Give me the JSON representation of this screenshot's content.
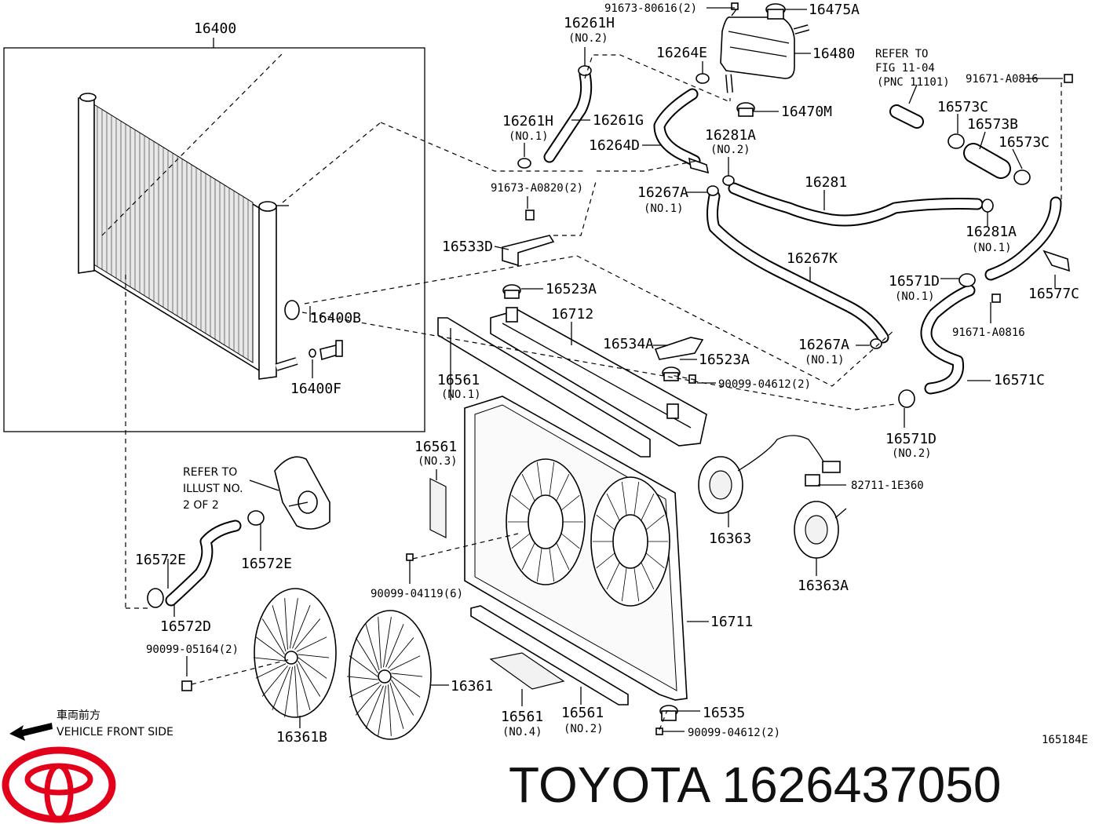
{
  "diagram": {
    "labels": {
      "p16400": "16400",
      "p16400B": "16400B",
      "p16400F": "16400F",
      "p16475A": "16475A",
      "p16480": "16480",
      "p16470M": "16470M",
      "p91673_80616": "91673-80616(2)",
      "p16261H_top": "16261H",
      "p16261H_top_no": "(NO.2)",
      "p16264E": "16264E",
      "p16261H_mid": "16261H",
      "p16261H_mid_no": "(NO.1)",
      "p16261G": "16261G",
      "p16264D": "16264D",
      "p16281A_top": "16281A",
      "p16281A_top_no": "(NO.2)",
      "p91673_A0820": "91673-A0820(2)",
      "p16267A_top": "16267A",
      "p16267A_top_no": "(NO.1)",
      "p16281": "16281",
      "p16281A_right": "16281A",
      "p16281A_right_no": "(NO.1)",
      "p16533D": "16533D",
      "p16267K": "16267K",
      "p16523A_top": "16523A",
      "p16712": "16712",
      "p16534A": "16534A",
      "p16523A_mid": "16523A",
      "p16267A_low": "16267A",
      "p16267A_low_no": "(NO.1)",
      "p90099_04612_top": "90099-04612(2)",
      "p16561_no1": "16561",
      "p16561_no1_no": "(NO.1)",
      "p16561_no3": "16561",
      "p16561_no3_no": "(NO.3)",
      "p16363": "16363",
      "p16363A": "16363A",
      "p82711": "82711-1E360",
      "p90099_04119": "90099-04119(6)",
      "p16711": "16711",
      "p16572E_left": "16572E",
      "p16572E_right": "16572E",
      "p16572D": "16572D",
      "p90099_05164": "90099-05164(2)",
      "p16361": "16361",
      "p16361B": "16361B",
      "p16561_no4": "16561",
      "p16561_no4_no": "(NO.4)",
      "p16561_no2": "16561",
      "p16561_no2_no": "(NO.2)",
      "p16535": "16535",
      "p90099_04612_low": "90099-04612(2)",
      "p91671_A0816_top": "91671-A0816",
      "p91671_A0816_mid": "91671-A0816",
      "p16573C_a": "16573C",
      "p16573B": "16573B",
      "p16573C_b": "16573C",
      "p16571D_no1": "16571D",
      "p16571D_no1_no": "(NO.1)",
      "p16577C": "16577C",
      "p16571C": "16571C",
      "p16571D_no2": "16571D",
      "p16571D_no2_no": "(NO.2)",
      "fig_code": "165184E"
    },
    "refer_fig": [
      "REFER TO",
      "FIG 11-04",
      "(PNC 11101)"
    ],
    "refer_illust": [
      "REFER TO",
      "ILLUST NO.",
      "2 OF 2"
    ],
    "front_jp": "車両前方",
    "front_en": "VEHICLE FRONT SIDE",
    "brand_text": "TOYOTA 1626437050",
    "brand_color": "#e3001b",
    "logo_icon": "toyota-logo-icon",
    "arrow_icon": "arrow-left-icon"
  }
}
